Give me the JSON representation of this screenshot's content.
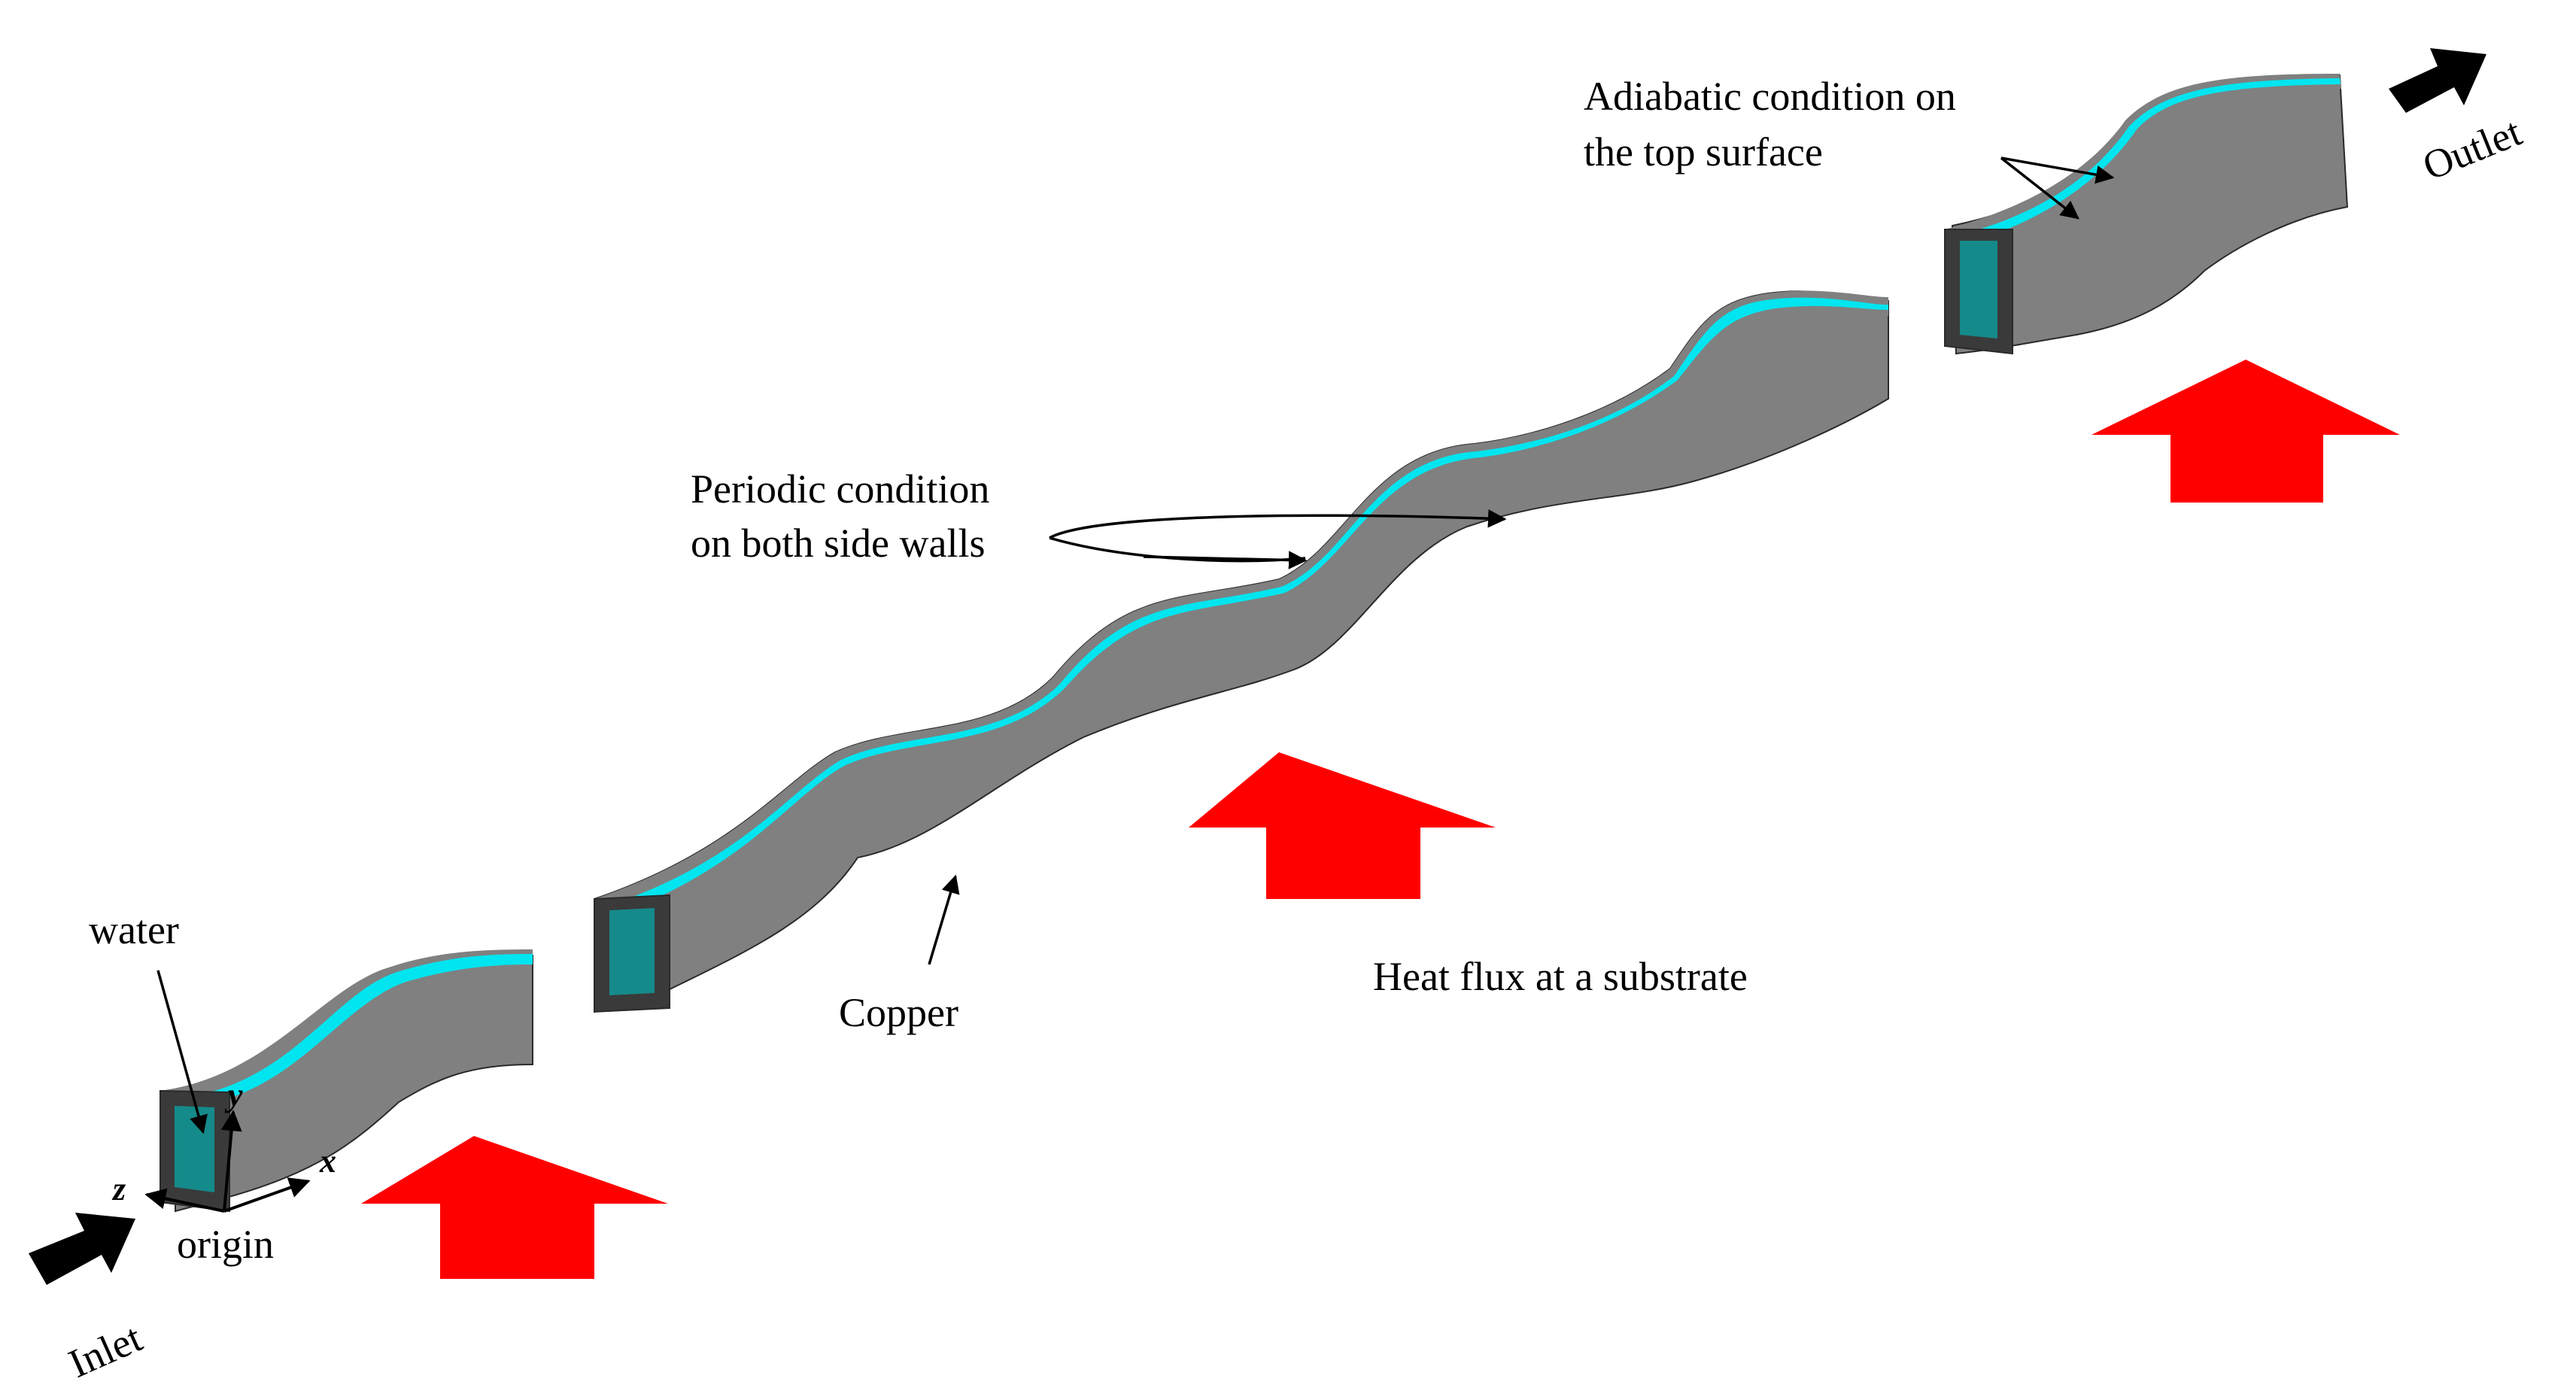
{
  "labels": {
    "water": "water",
    "origin": "origin",
    "inlet": "Inlet",
    "outlet": "Outlet",
    "copper": "Copper",
    "periodic_line1": "Periodic condition",
    "periodic_line2": "on both side walls",
    "adiabatic_line1": "Adiabatic condition on",
    "adiabatic_line2": "the top surface",
    "heat_flux": "Heat flux at a substrate"
  },
  "axes": {
    "x": "x",
    "y": "y",
    "z": "z"
  },
  "colors": {
    "copper": "#808080",
    "copper_end": "#555555",
    "copper_dark": "#3a3a3a",
    "water_top": "#00e5ef",
    "water_section": "#158a8a",
    "heat_arrow": "#ff0000",
    "flow_arrow": "#000000"
  }
}
